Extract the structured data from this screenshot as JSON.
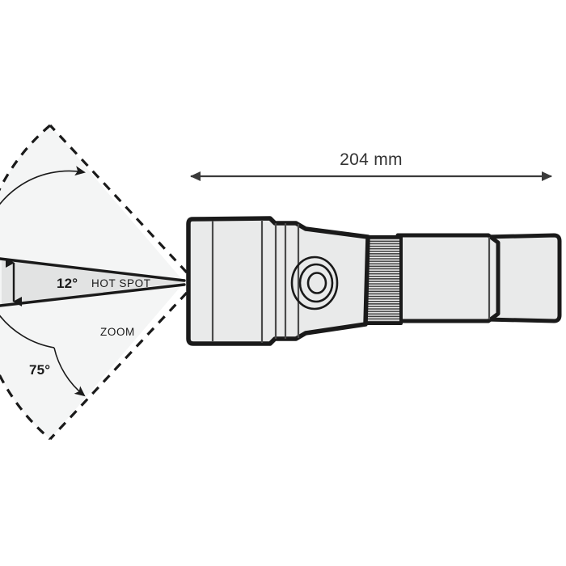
{
  "figure": {
    "title": "Flashlight beam angle and length specification diagram",
    "background_color": "#ffffff",
    "outline_color": "#1a1a1a",
    "body_fill": "#e9eaea",
    "beam_wide_fill": "#f4f5f5",
    "beam_hotspot_fill": "#e2e3e3",
    "dimension_color": "#3a3a3a"
  },
  "dimension": {
    "label": "204 mm",
    "value": 204,
    "unit": "mm",
    "orientation": "horizontal",
    "arrow_style": "double-headed"
  },
  "beams": [
    {
      "name": "hot-spot",
      "angle_label": "12°",
      "angle_value": 12,
      "zone_label": "HOT SPOT",
      "arrow_style": "double-headed-vertical",
      "fill": "#e2e3e3"
    },
    {
      "name": "zoom-flood",
      "angle_label": "75°",
      "angle_value": 75,
      "zone_label": "ZOOM",
      "arrow_style": "arc-double-headed",
      "fill": "#f4f5f5",
      "boundary_style": "dashed"
    }
  ],
  "flashlight": {
    "name": "zoom-flashlight",
    "sections": [
      {
        "name": "bezel-head",
        "detail": "stepped front head with panel lines"
      },
      {
        "name": "zoom-collar",
        "detail": "concentric ring control"
      },
      {
        "name": "knurled-grip",
        "detail": "ribbed grip band"
      },
      {
        "name": "battery-tube",
        "detail": "straight barrel"
      },
      {
        "name": "tail-cap",
        "detail": "flat end cap"
      }
    ]
  }
}
